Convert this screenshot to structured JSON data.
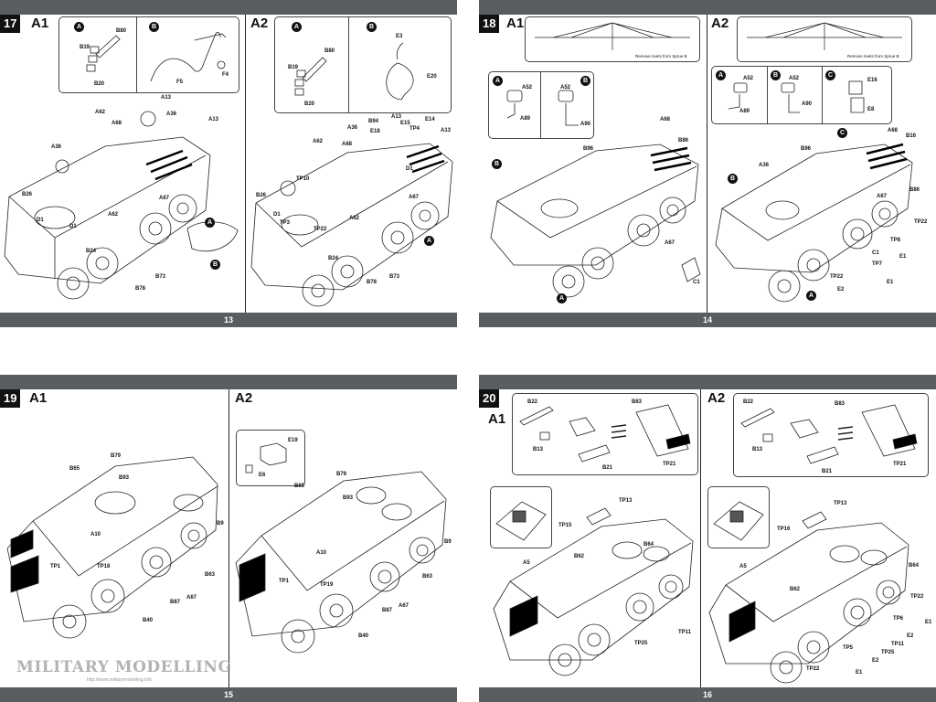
{
  "pages": [
    {
      "number": "13",
      "step": "17",
      "left_title": "A1",
      "right_title": "A2",
      "left_callouts": [
        "A",
        "B"
      ],
      "right_callouts": [
        "A",
        "B"
      ],
      "left_box_labels": [
        "B19",
        "B80",
        "B20",
        "F5",
        "F4"
      ],
      "right_box_labels": [
        "B19",
        "B80",
        "B20",
        "E3",
        "E20"
      ],
      "left_labels": [
        "A13",
        "A36",
        "A13",
        "A62",
        "A68",
        "A36",
        "B26",
        "D1",
        "D1",
        "A62",
        "A67",
        "B24",
        "B73",
        "B78"
      ],
      "right_labels": [
        "A13",
        "E15",
        "B94",
        "E18",
        "A36",
        "TP4",
        "E14",
        "A13",
        "A68",
        "A62",
        "TP10",
        "B26",
        "D1",
        "TP3",
        "TP22",
        "A62",
        "A67",
        "D1",
        "B24",
        "B73",
        "B78"
      ]
    },
    {
      "number": "14",
      "step": "18",
      "left_title": "A1",
      "right_title": "A2",
      "note": "Remove rivets from Sprue B",
      "left_callouts": [
        "A",
        "B"
      ],
      "right_callouts": [
        "A",
        "B",
        "C"
      ],
      "left_box_labels": [
        "A52",
        "A89",
        "A52",
        "A90"
      ],
      "right_box_labels": [
        "A52",
        "A89",
        "A52",
        "A90",
        "E16",
        "E8"
      ],
      "left_labels": [
        "A68",
        "B86",
        "B96",
        "A67",
        "C1"
      ],
      "right_labels": [
        "A68",
        "B16",
        "B96",
        "A36",
        "A67",
        "B86",
        "TP22",
        "TP8",
        "C1",
        "E1",
        "TP7",
        "TP22",
        "E2",
        "E1"
      ]
    },
    {
      "number": "15",
      "step": "19",
      "left_title": "A1",
      "right_title": "A2",
      "right_box_labels": [
        "E19",
        "E6"
      ],
      "left_labels": [
        "B65",
        "B79",
        "B93",
        "A10",
        "TP1",
        "TP18",
        "B9",
        "B63",
        "B87",
        "A67",
        "B40"
      ],
      "right_labels": [
        "B79",
        "B65",
        "B93",
        "A10",
        "TP1",
        "TP19",
        "B9",
        "B63",
        "B87",
        "A67",
        "B40"
      ]
    },
    {
      "number": "16",
      "step": "20",
      "left_title": "A1",
      "right_title": "A2",
      "left_box_labels": [
        "B22",
        "B83",
        "B13",
        "B21",
        "TP21"
      ],
      "right_box_labels": [
        "B22",
        "B83",
        "B13",
        "B21",
        "TP21"
      ],
      "left_labels": [
        "TP13",
        "TP15",
        "A5",
        "B62",
        "B64",
        "TP11",
        "TP25"
      ],
      "right_labels": [
        "TP13",
        "TP16",
        "A5",
        "B62",
        "B64",
        "TP22",
        "E1",
        "TP6",
        "E2",
        "TP11",
        "TP25",
        "TP5",
        "E2",
        "TP22",
        "E1"
      ]
    }
  ],
  "watermark": {
    "text": "MILITARY MODELLING",
    "sub": "http://www.militarymodelling.info"
  }
}
